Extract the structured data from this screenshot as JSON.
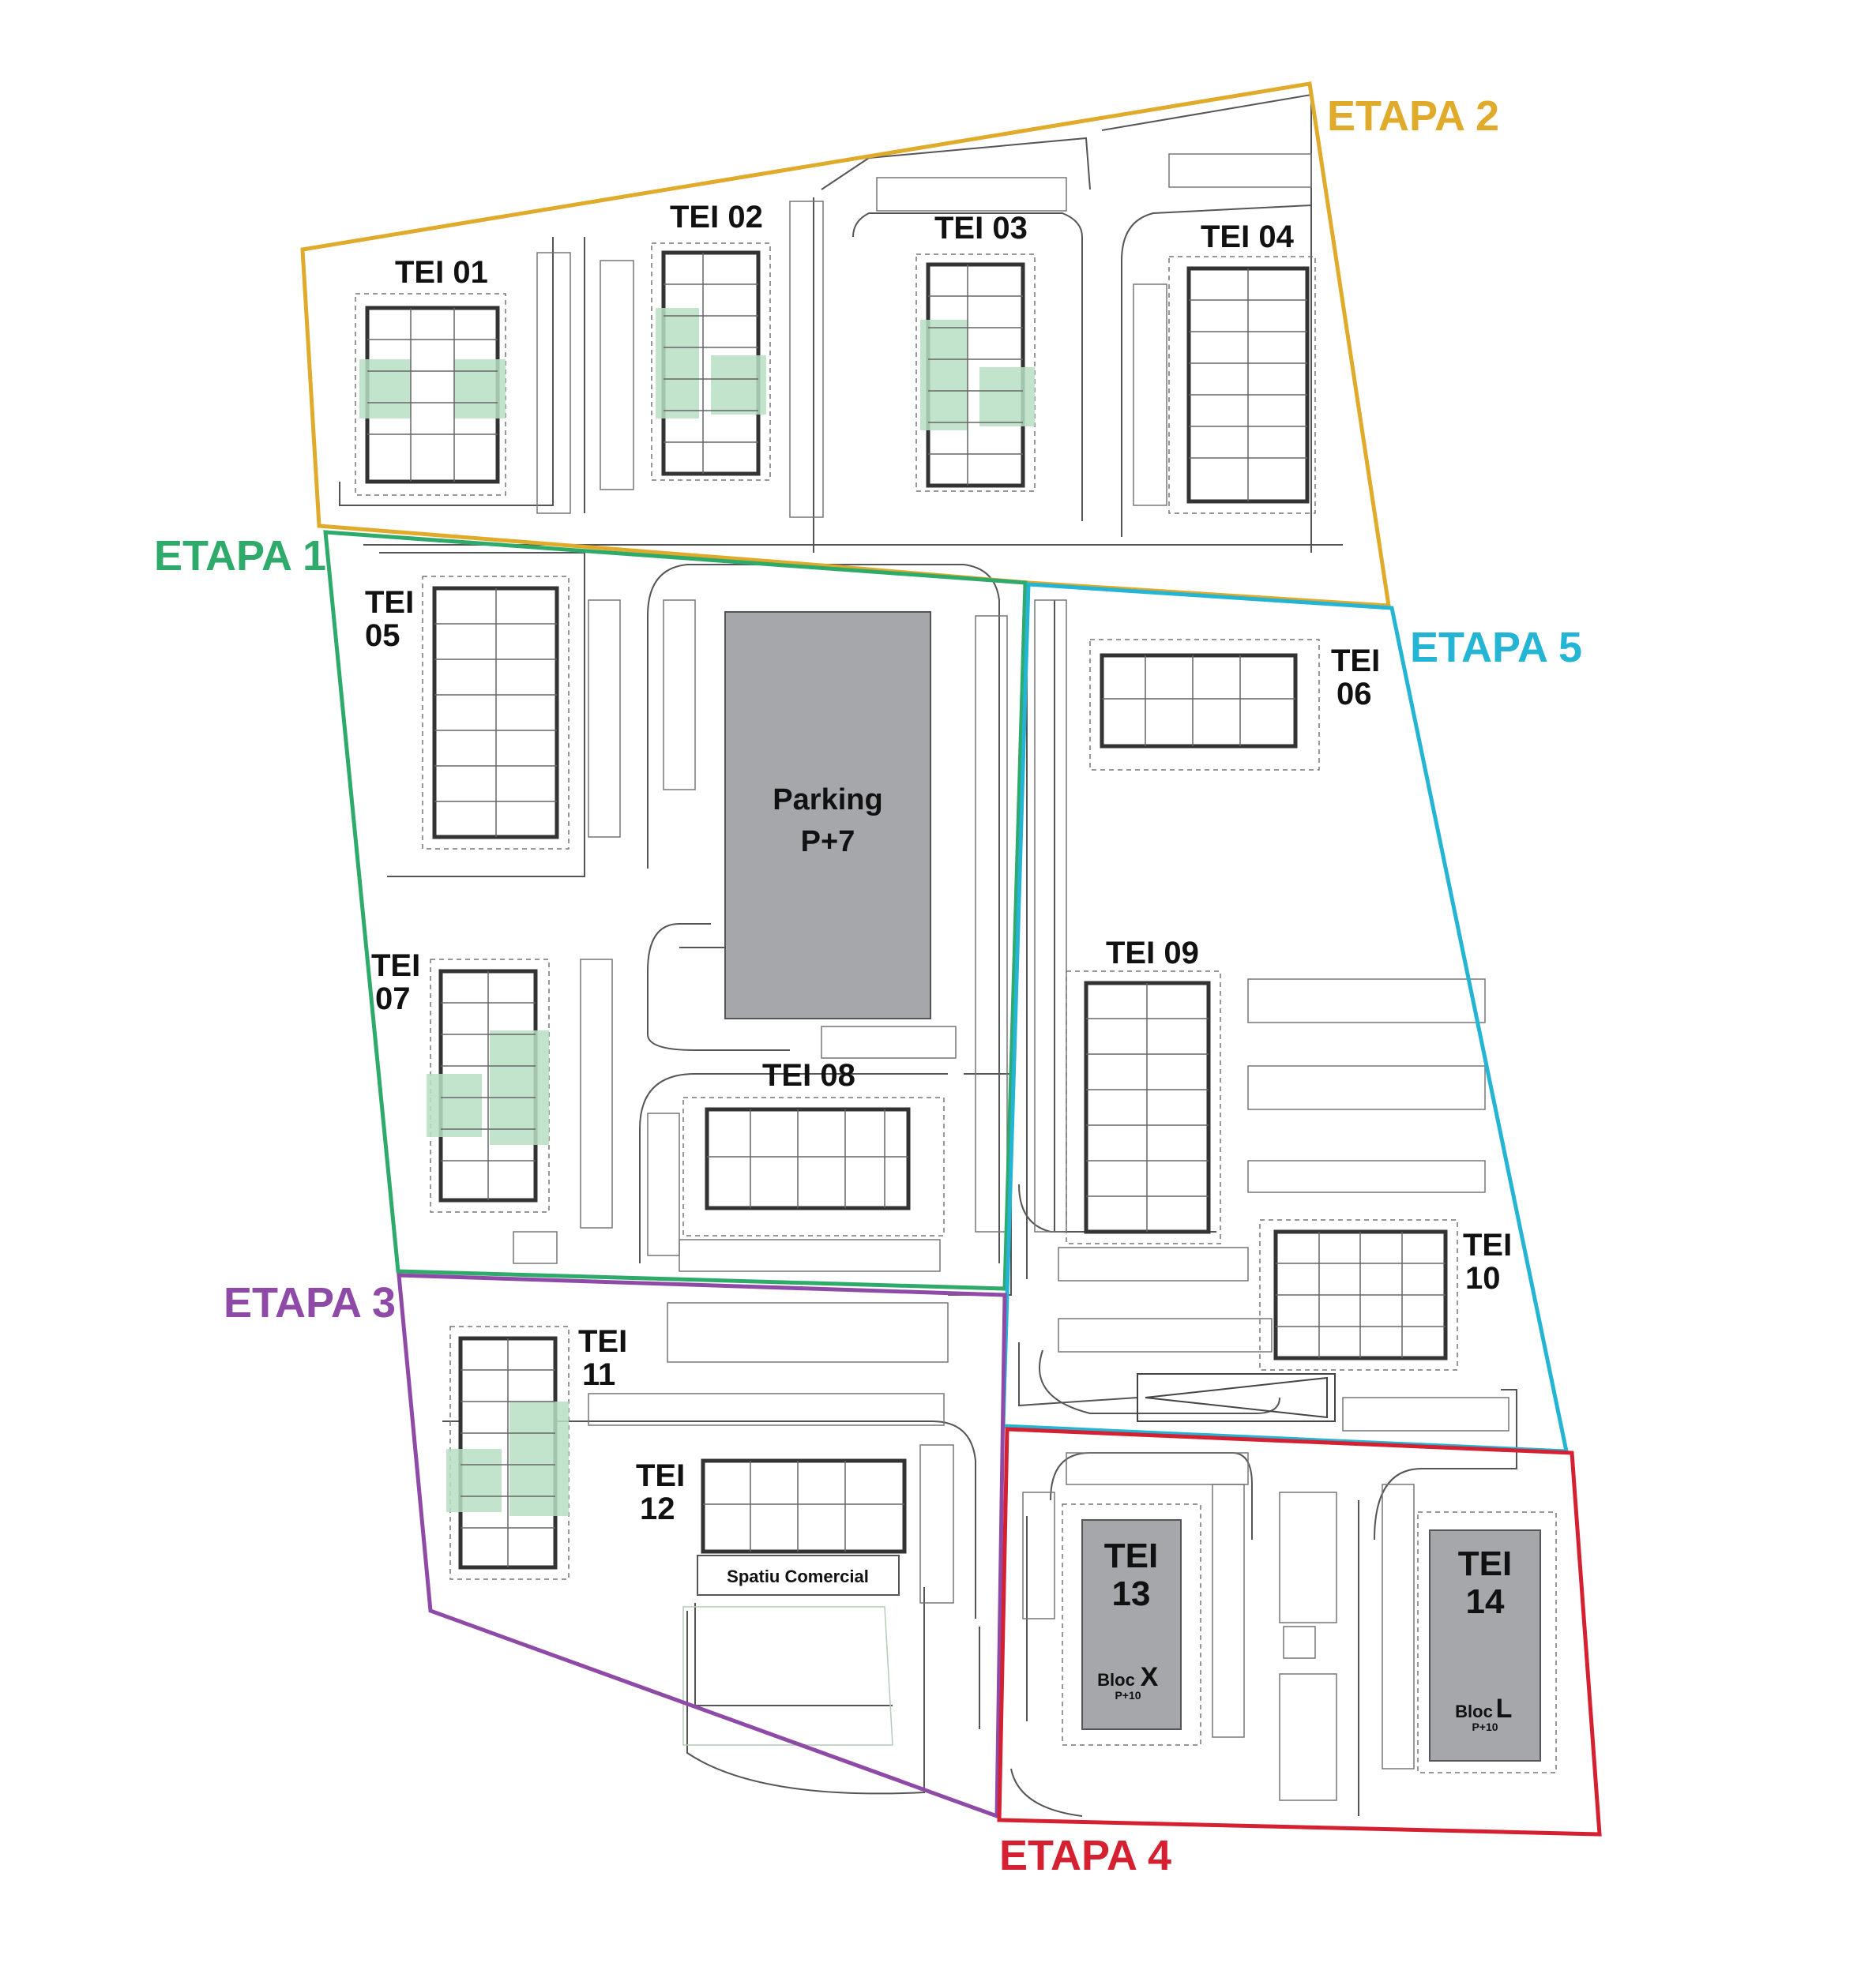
{
  "stages": {
    "etapa1": {
      "label": "ETAPA 1",
      "color": "#2eaa6a"
    },
    "etapa2": {
      "label": "ETAPA 2",
      "color": "#e0aa2a"
    },
    "etapa3": {
      "label": "ETAPA 3",
      "color": "#8e4aa6"
    },
    "etapa4": {
      "label": "ETAPA 4",
      "color": "#d42030"
    },
    "etapa5": {
      "label": "ETAPA 5",
      "color": "#24b4d4"
    }
  },
  "buildings": {
    "tei01": "TEI 01",
    "tei02": "TEI 02",
    "tei03": "TEI 03",
    "tei04": "TEI 04",
    "tei05": {
      "line1": "TEI",
      "line2": "05"
    },
    "tei06": {
      "line1": "TEI",
      "line2": "06"
    },
    "tei07": {
      "line1": "TEI",
      "line2": "07"
    },
    "tei08": "TEI 08",
    "tei09": "TEI 09",
    "tei10": {
      "line1": "TEI",
      "line2": "10"
    },
    "tei11": {
      "line1": "TEI",
      "line2": "11"
    },
    "tei12": {
      "line1": "TEI",
      "line2": "12"
    },
    "tei13": {
      "line1": "TEI",
      "line2": "13",
      "bloc": "Bloc",
      "bloc_letter": "X",
      "floors": "P+10"
    },
    "tei14": {
      "line1": "TEI",
      "line2": "14",
      "bloc": "Bloc",
      "bloc_letter": "L",
      "floors": "P+10"
    }
  },
  "parking": {
    "line1": "Parking",
    "line2": "P+7"
  },
  "commercial": {
    "label": "Spatiu Comercial"
  },
  "colors": {
    "green_space": "#b7dfc4",
    "building_fill_grey": "#a6a7aa"
  }
}
